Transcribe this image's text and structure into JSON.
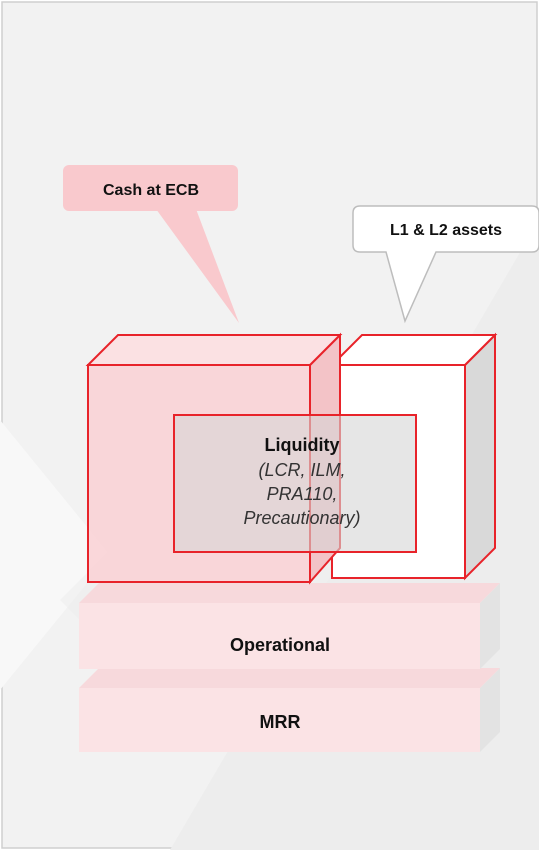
{
  "callouts": {
    "cash_at_ecb": "Cash at ECB",
    "l1_l2_assets": "L1 & L2 assets"
  },
  "liquidity": {
    "title": "Liquidity",
    "line1": "(LCR, ILM,",
    "line2": "PRA110,",
    "line3": "Precautionary)"
  },
  "layers": {
    "operational": "Operational",
    "mrr": "MRR"
  },
  "colors": {
    "red": "#e8232a",
    "pink_fill": "#f9d3d6",
    "pink_callout": "#f9c9cd",
    "grey_fill": "#e6e6e6",
    "layer_fill": "#fbe3e5",
    "background": "#f2f2f2"
  }
}
